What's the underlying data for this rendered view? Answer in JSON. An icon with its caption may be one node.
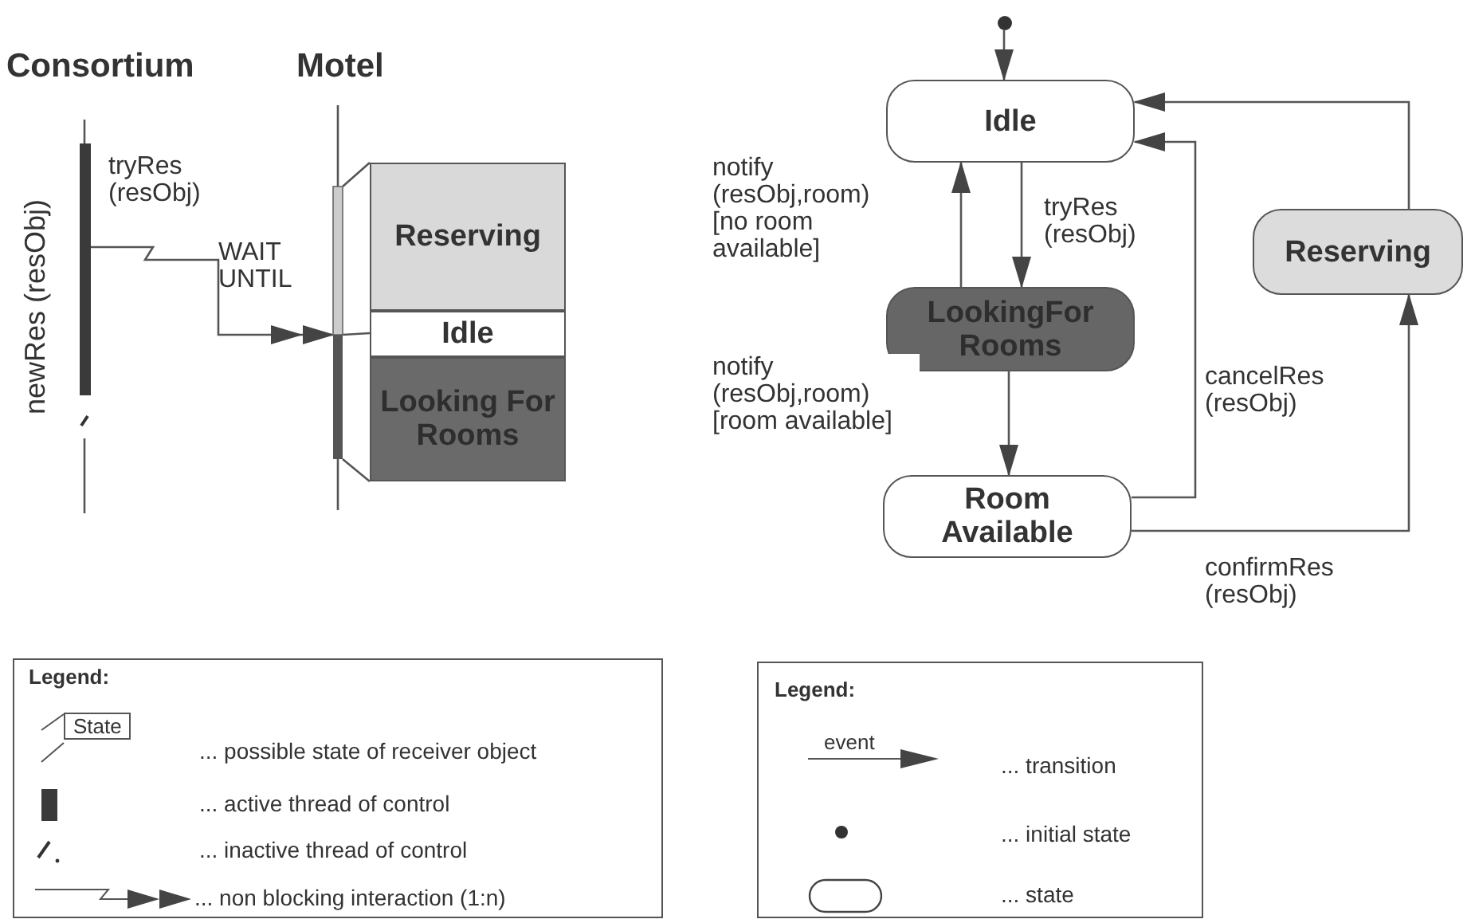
{
  "diagram": {
    "nodes": [
      {
        "text": [
          "Consortium"
        ],
        "beside": [
          "newRes (resObj)"
        ]
      },
      {
        "text": [
          "Motel"
        ]
      },
      {
        "text": [
          "Reserving"
        ]
      },
      {
        "text": [
          "Idle"
        ]
      },
      {
        "text": [
          "Looking For Rooms"
        ]
      },
      {
        "text": [],
        "shape": "circle"
      },
      {
        "text": [
          "Idle"
        ]
      },
      {
        "text": [
          "LookingFor Rooms"
        ]
      },
      {
        "text": [
          "Room Available"
        ]
      },
      {
        "text": [
          "Reserving"
        ]
      }
    ],
    "edges": [
      {
        "from": 0,
        "to": 1,
        "arrow": "to",
        "label": "tryRes (resObj)"
      },
      {
        "from": 1,
        "to": 2,
        "arrow": "none"
      },
      {
        "from": 1,
        "to": 3,
        "arrow": "none"
      },
      {
        "from": 1,
        "to": 4,
        "arrow": "none"
      },
      {
        "from": 5,
        "to": 6,
        "arrow": "to"
      },
      {
        "from": 6,
        "to": 7,
        "arrow": "to",
        "label": "tryRes (resObj)"
      },
      {
        "from": 7,
        "to": 6,
        "arrow": "to",
        "label": "notify (resObj,room) [no room available]"
      },
      {
        "from": 7,
        "to": 8,
        "arrow": "to",
        "label": "notify (resObj,room) [room available]"
      },
      {
        "from": 8,
        "to": 6,
        "arrow": "to",
        "label": "cancelRes (resObj)"
      },
      {
        "from": 8,
        "to": 9,
        "arrow": "to",
        "label": "confirmRes (resObj)"
      },
      {
        "from": 9,
        "to": 6,
        "arrow": "to"
      }
    ],
    "labels": [
      "WAIT UNTIL",
      "Legend:",
      "State",
      "Legend:",
      "event"
    ],
    "legend": [
      {
        "text": "... possible state of receiver object"
      },
      {
        "text": "... active thread of control"
      },
      {
        "text": "... inactive thread of control"
      },
      {
        "text": "... non blocking interaction (1:n)"
      },
      {
        "text": "... transition"
      },
      {
        "text": "... initial state"
      },
      {
        "text": "... state"
      }
    ]
  }
}
